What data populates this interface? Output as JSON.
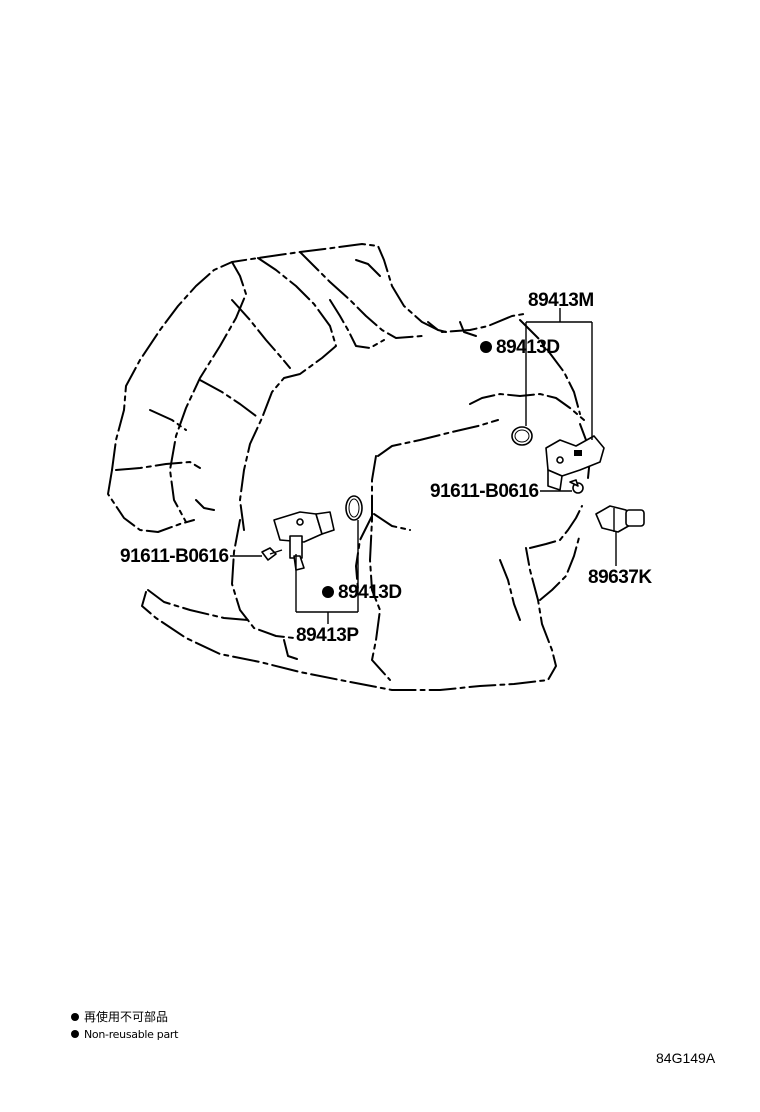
{
  "callouts": {
    "speed_sensor_assy_m": "89413M",
    "oring_upper": "89413D",
    "bolt_upper": "91611-B0616",
    "pressure_switch": "89637K",
    "bolt_lower": "91611-B0616",
    "oring_lower": "89413D",
    "speed_sensor_assy_p": "89413P"
  },
  "legend": {
    "line_1": "再使用不可部品",
    "line_2": "Non-reusable part"
  },
  "drawing_code": "84G149A",
  "icons": {
    "non_reusable_marker": "filled-circle-icon"
  },
  "colors": {
    "ink": "#000000",
    "paper": "#ffffff"
  }
}
